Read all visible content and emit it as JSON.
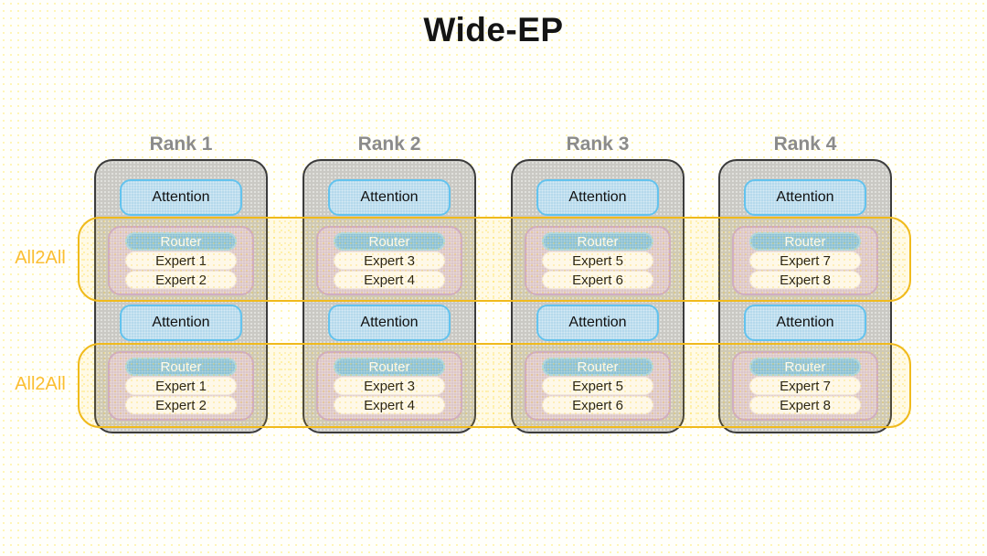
{
  "title": "Wide-EP",
  "colors": {
    "background": "#fffffb",
    "background_dots": "#fff3a6",
    "rank_fill": "#cac9c4",
    "rank_border": "#3b3b3b",
    "rank_title_text": "#8b8b8b",
    "attention_fill": "#b5d9ec",
    "attention_border": "#63c3ee",
    "moe_fill": "#d8c6dc",
    "moe_border": "#cbaad4",
    "router_fill": "#7fc1ea",
    "router_border": "#a8d8f2",
    "router_text": "#ffffff",
    "expert_fill": "#fefdfe",
    "band_border": "#f0ba1c",
    "band_label_text": "#fbbe33",
    "title_text": "#141414"
  },
  "bands": [
    {
      "label": "All2All"
    },
    {
      "label": "All2All"
    }
  ],
  "ranks": [
    {
      "label": "Rank 1",
      "layers": [
        {
          "attention": "Attention",
          "router": "Router",
          "experts": [
            "Expert 1",
            "Expert 2"
          ]
        },
        {
          "attention": "Attention",
          "router": "Router",
          "experts": [
            "Expert 1",
            "Expert 2"
          ]
        }
      ]
    },
    {
      "label": "Rank 2",
      "layers": [
        {
          "attention": "Attention",
          "router": "Router",
          "experts": [
            "Expert 3",
            "Expert 4"
          ]
        },
        {
          "attention": "Attention",
          "router": "Router",
          "experts": [
            "Expert 3",
            "Expert 4"
          ]
        }
      ]
    },
    {
      "label": "Rank 3",
      "layers": [
        {
          "attention": "Attention",
          "router": "Router",
          "experts": [
            "Expert 5",
            "Expert 6"
          ]
        },
        {
          "attention": "Attention",
          "router": "Router",
          "experts": [
            "Expert 5",
            "Expert 6"
          ]
        }
      ]
    },
    {
      "label": "Rank 4",
      "layers": [
        {
          "attention": "Attention",
          "router": "Router",
          "experts": [
            "Expert 7",
            "Expert 8"
          ]
        },
        {
          "attention": "Attention",
          "router": "Router",
          "experts": [
            "Expert 7",
            "Expert 8"
          ]
        }
      ]
    }
  ]
}
